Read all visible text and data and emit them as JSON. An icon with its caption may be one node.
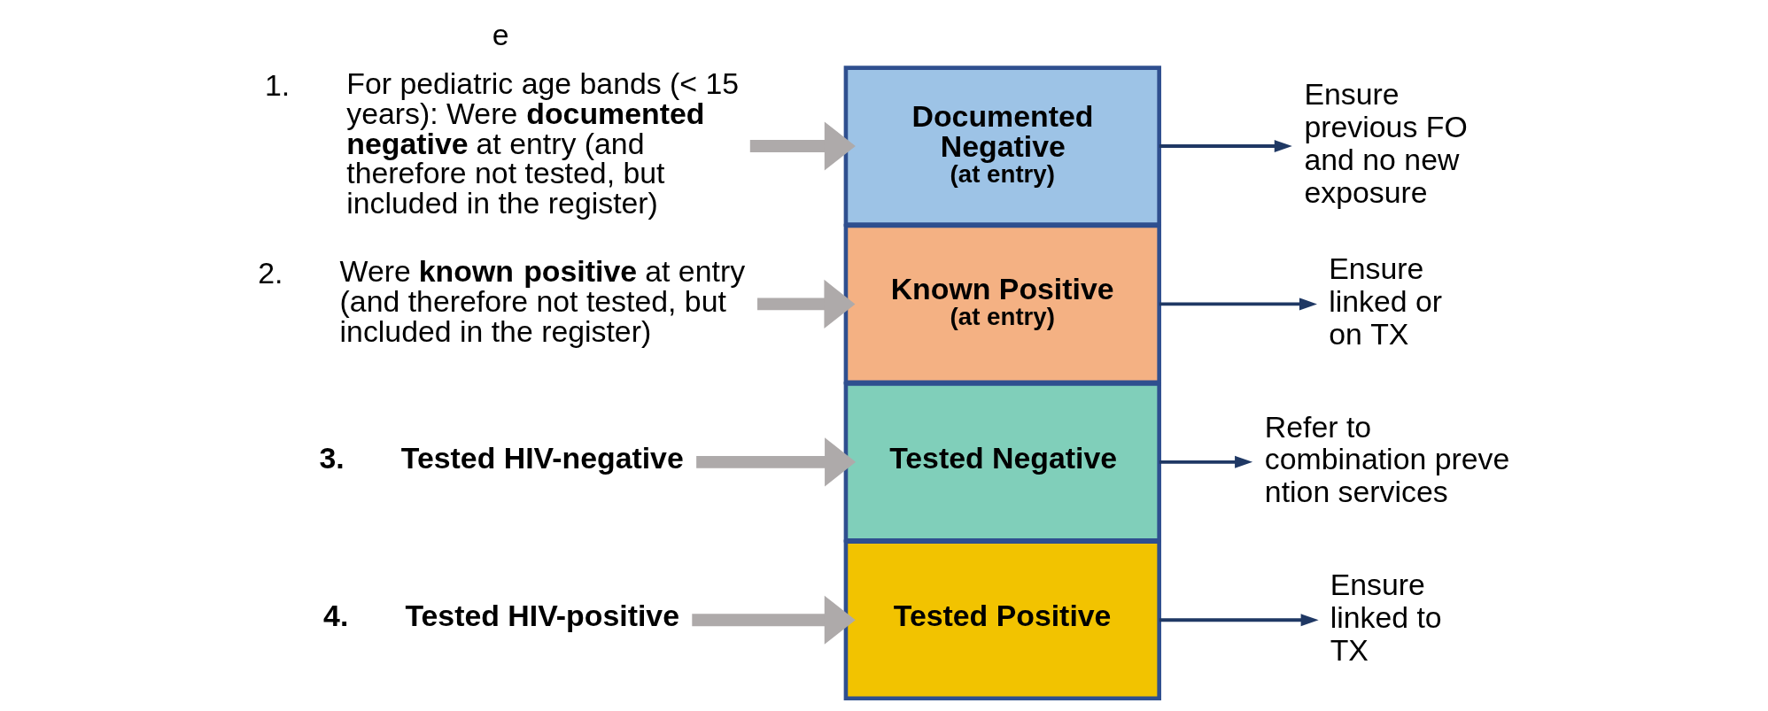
{
  "diagram": {
    "nodes": [
      {
        "text": [
          "1.",
          "For pediatric age bands (< 15 years): Were **documented negative** at entry (and therefore not tested, but included in the register)"
        ]
      },
      {
        "text": [
          "2.",
          "Were **known positive** at entry (and therefore not tested, but included in the register)"
        ]
      },
      {
        "text": [
          "3.",
          "Tested HIV-negative"
        ]
      },
      {
        "text": [
          "4.",
          "Tested HIV-positive"
        ]
      },
      {
        "text": [
          "Documented Negative",
          "(at entry)"
        ]
      },
      {
        "text": [
          "Known Positive",
          "(at entry)"
        ]
      },
      {
        "text": [
          "Tested Negative"
        ]
      },
      {
        "text": [
          "Tested Positive"
        ]
      },
      {
        "text": [
          "Ensure previous FO and no new exposure"
        ]
      },
      {
        "text": [
          "Ensure linked or on TX"
        ]
      },
      {
        "text": [
          "Refer to combination preve ntion services"
        ]
      },
      {
        "text": [
          "Ensure linked to TX"
        ]
      }
    ],
    "edges": [
      {
        "from": 0,
        "to": 4,
        "arrow": "to",
        "style": "thick",
        "color": "#aeaaaa"
      },
      {
        "from": 1,
        "to": 5,
        "arrow": "to",
        "style": "thick",
        "color": "#aeaaaa"
      },
      {
        "from": 2,
        "to": 6,
        "arrow": "to",
        "style": "thick",
        "color": "#aeaaaa"
      },
      {
        "from": 3,
        "to": 7,
        "arrow": "to",
        "style": "thick",
        "color": "#aeaaaa"
      },
      {
        "from": 4,
        "to": 8,
        "arrow": "to",
        "color": "#1f3864"
      },
      {
        "from": 5,
        "to": 9,
        "arrow": "to",
        "color": "#1f3864"
      },
      {
        "from": 6,
        "to": 10,
        "arrow": "to",
        "color": "#1f3864"
      },
      {
        "from": 7,
        "to": 11,
        "arrow": "to",
        "color": "#1f3864"
      }
    ],
    "labels": [
      "e"
    ]
  }
}
